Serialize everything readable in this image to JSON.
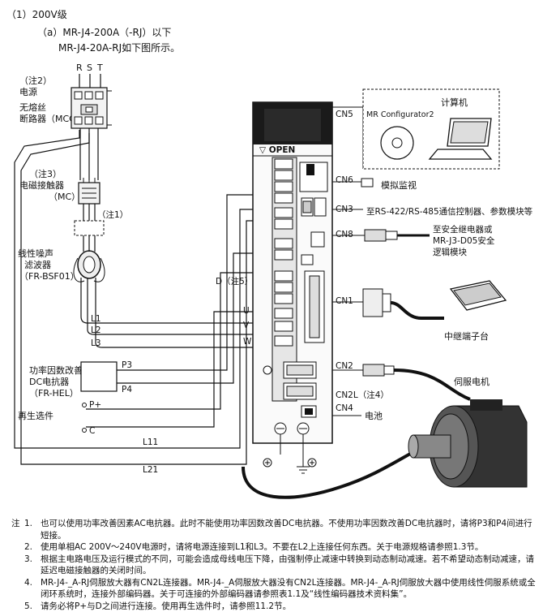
{
  "heading": {
    "section": "（1）200V级",
    "sub_a": "（a）MR-J4-200A（-RJ）以下",
    "sub_b": "MR-J4-20A-RJ如下图所示。"
  },
  "power": {
    "phases": [
      "R",
      "S",
      "T"
    ],
    "note_label": "（注2）",
    "label": "电源",
    "mccb_label_1": "无熔丝",
    "mccb_label_2": "断路器（MCCB）"
  },
  "contactor": {
    "note_label": "（注3）",
    "label": "电磁接触器",
    "abbr": "（MC）",
    "note_ref": "（注1）"
  },
  "filter": {
    "line1": "线性噪声",
    "line2": "滤波器",
    "line3": "（FR-BSF01）"
  },
  "reactor": {
    "line1": "功率因数改善",
    "line2": "DC电抗器",
    "line3": "（FR-HEL）"
  },
  "regen": {
    "label": "再生选件"
  },
  "terminals": {
    "L1": "L1",
    "L2": "L2",
    "L3": "L3",
    "P3": "P3",
    "P4": "P4",
    "Pplus": "P+",
    "C": "C",
    "D": "D（注5）",
    "U": "U",
    "V": "V",
    "W": "W",
    "L11": "L11",
    "L21": "L21"
  },
  "drive": {
    "open_label": "▽ OPEN"
  },
  "connectors": {
    "CN5": "CN5",
    "CN6": "CN6",
    "CN3": "CN3",
    "CN8": "CN8",
    "CN1": "CN1",
    "CN2": "CN2",
    "CN2L": "CN2L（注4）",
    "CN4": "CN4"
  },
  "peripherals": {
    "mr_configurator": "MR Configurator2",
    "computer": "计算机",
    "analog_monitor": "模拟监视",
    "cn3_target": "至RS-422/RS-485通信控制器、参数模块等",
    "cn8_target_1": "至安全继电器或",
    "cn8_target_2": "MR-J3-D05安全",
    "cn8_target_3": "逻辑模块",
    "relay_terminal": "中继端子台",
    "servo_motor": "伺服电机",
    "battery": "电池"
  },
  "notes": {
    "lead": "注",
    "items": [
      {
        "num": "1.",
        "text": "也可以使用功率改善因素AC电抗器。此时不能使用功率因数改善DC电抗器。不使用功率因数改善DC电抗器时，请将P3和P4间进行短接。"
      },
      {
        "num": "2.",
        "text": "使用单相AC 200V～240V电源时，请将电源连接到L1和L3。不要在L2上连接任何东西。关于电源规格请参照1.3节。"
      },
      {
        "num": "3.",
        "text": "根据主电路电压及运行模式的不同，可能会造成母线电压下降，由强制停止减速中转换到动态制动减速。若不希望动态制动减速，请延迟电磁接触器的关闭时间。"
      },
      {
        "num": "4.",
        "text": "MR-J4-_A-RJ伺服放大器有CN2L连接器。MR-J4-_A伺服放大器没有CN2L连接器。MR-J4-_A-RJ伺服放大器中使用线性伺服系统或全闭环系统时，连接外部编码器。关于可连接的外部编码器请参照表1.1及“线性编码器技术资料集”。"
      },
      {
        "num": "5.",
        "text": "请务必将P+与D之间进行连接。使用再生选件时，请参照11.2节。"
      }
    ]
  }
}
